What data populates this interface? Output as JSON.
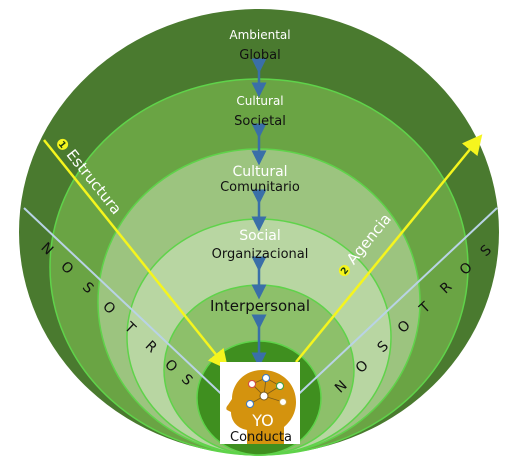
{
  "levels": {
    "global": {
      "category": "Ambiental",
      "name": "Global"
    },
    "societal": {
      "category": "Cultural",
      "name": "Societal"
    },
    "comunitario": {
      "category": "Cultural",
      "name": "Comunitario"
    },
    "organizacional": {
      "category": "Social",
      "name": "Organizacional"
    },
    "interpersonal": {
      "name": "Interpersonal"
    }
  },
  "center": {
    "title": "YO",
    "subtitle": "Conducta"
  },
  "arrows": {
    "left": {
      "number": "1",
      "label": "Estructura"
    },
    "right": {
      "number": "2",
      "label": "Agencia"
    }
  },
  "side_labels": {
    "left": [
      "N",
      "O",
      "S",
      "O",
      "T",
      "R",
      "O",
      "S"
    ],
    "right": [
      "N",
      "O",
      "S",
      "O",
      "T",
      "R",
      "O",
      "S"
    ]
  },
  "colors": {
    "outer": "#4a7a2f",
    "ring2": "#6aa444",
    "ring3": "#9cc47f",
    "ring4": "#b8d6a2",
    "ring5": "#8dc06a",
    "inner": "#3f8f1f",
    "ring_border": "#5fd34a",
    "yellow_arrow": "#f5f51e",
    "connector": "#3a6fa8",
    "center_head": "#d4930e"
  }
}
